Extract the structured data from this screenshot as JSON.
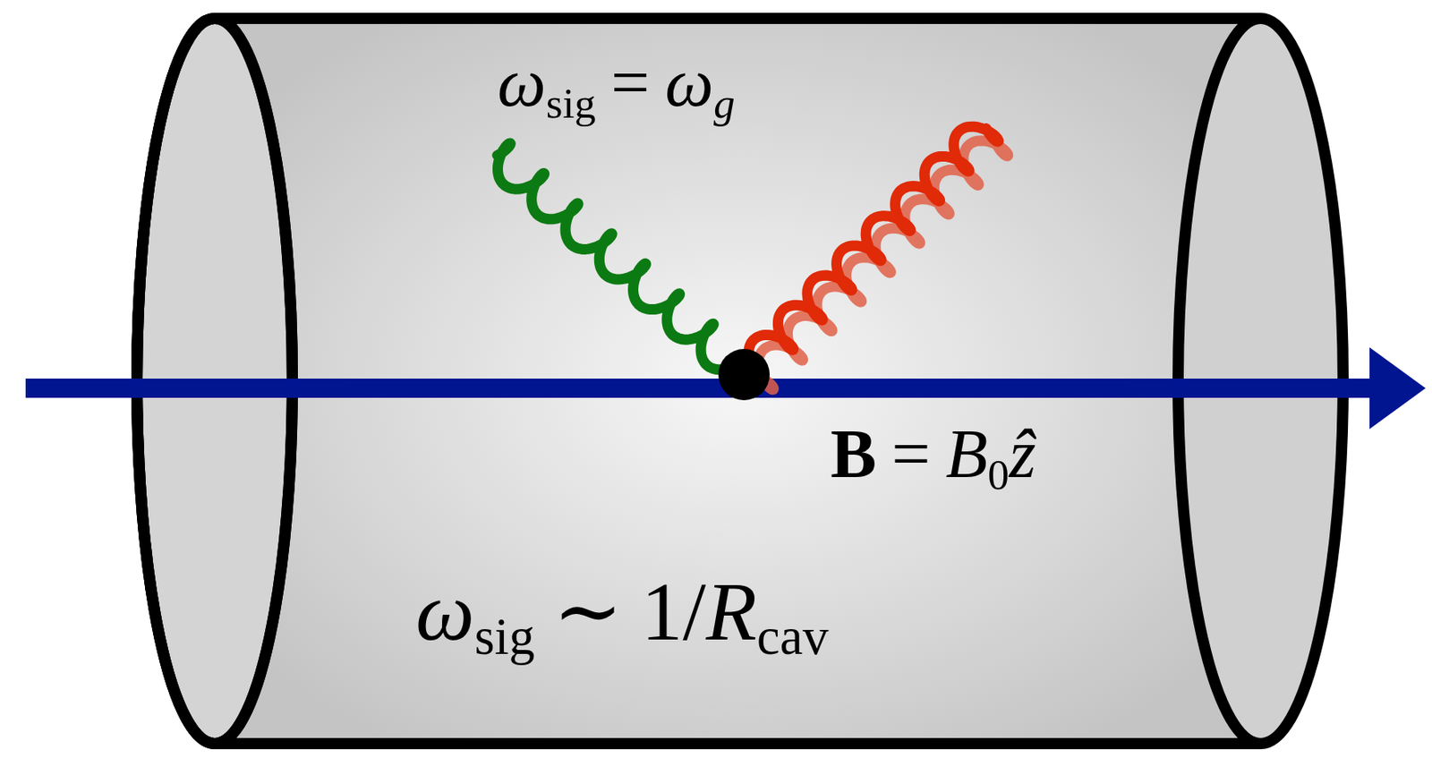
{
  "diagram": {
    "labels": [
      "ω",
      "sig",
      "=",
      "ω",
      "g",
      "B",
      "=",
      "B",
      "0",
      "ẑ",
      "ω",
      "sig",
      "∼",
      "1/",
      "R",
      "cav"
    ]
  }
}
